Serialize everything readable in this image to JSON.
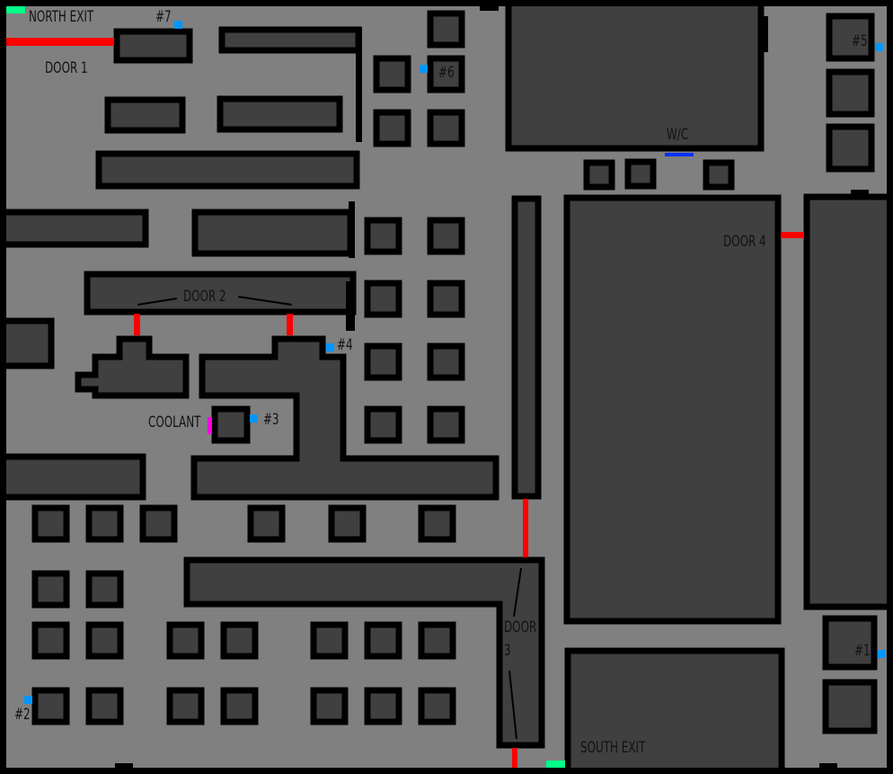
{
  "map": {
    "colors": {
      "background": "#000000",
      "floor": "#808080",
      "room_fill": "#404040",
      "wall": "#000000",
      "door": "#ff0000",
      "exit": "#00ff88",
      "marker": "#0096ff",
      "wc_marker": "#0032ff",
      "coolant": "#ff00e0",
      "label": "#111111"
    },
    "labels": {
      "north_exit": "NORTH EXIT",
      "south_exit": "SOUTH EXIT",
      "door1": "DOOR 1",
      "door2": "DOOR 2",
      "door3_line1": "DOOR",
      "door3_line2": "3",
      "door4": "DOOR 4",
      "wc": "W/C",
      "coolant": "COOLANT",
      "m1": "#1",
      "m2": "#2",
      "m3": "#3",
      "m4": "#4",
      "m5": "#5",
      "m6": "#6",
      "m7": "#7"
    }
  }
}
